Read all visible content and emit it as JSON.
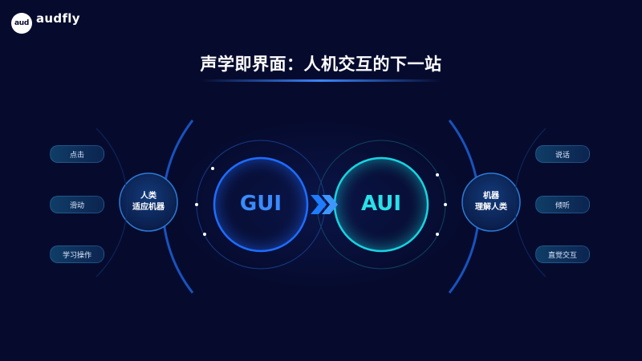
{
  "logo": {
    "mark": "aud",
    "word": "audfly",
    "sub": ""
  },
  "title": "声学即界面：人机交互的下一站",
  "left_node": {
    "line1": "人类",
    "line2": "适应机器"
  },
  "right_node": {
    "line1": "机器",
    "line2": "理解人类"
  },
  "gui_label": "GUI",
  "aui_label": "AUI",
  "left_items": [
    "点击",
    "滑动",
    "学习操作"
  ],
  "right_items": [
    "说话",
    "倾听",
    "直觉交互"
  ],
  "colors": {
    "background": "#060b2e",
    "gui_ring": "#1f6cff",
    "aui_ring": "#19d3e0",
    "arrow": "#1f7cff",
    "title_underline": "#3a86ff"
  }
}
